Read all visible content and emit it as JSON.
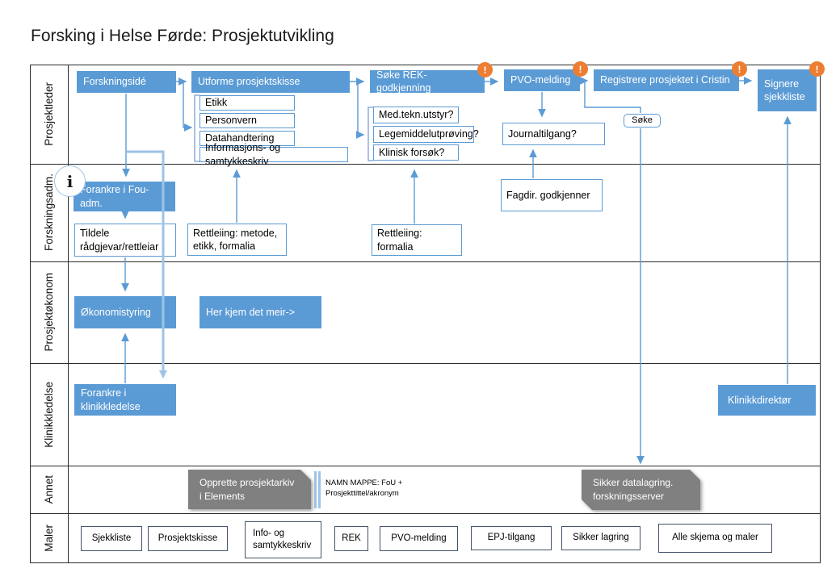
{
  "title": "Forsking i Helse Førde: Prosjektutvikling",
  "badge_char": "!",
  "info_icon_char": "i",
  "colors": {
    "process_blue": "#5b9bd5",
    "light_blue": "#9dc3e6",
    "alert_orange": "#ed7d31",
    "gray_box": "#808080",
    "template_border": "#44546a"
  },
  "lanes": [
    "Prosjektleder",
    "Forskningsadm.",
    "Prosjektøkonom",
    "Klinikkledelse",
    "Annet",
    "Maler"
  ],
  "nodes": {
    "forskningside": "Forskningsidé",
    "utforme": "Utforme prosjektskisse",
    "etikk": "Etikk",
    "personvern": "Personvern",
    "datahandtering": "Datahandtering",
    "info_samtykke": "Informasjons- og samtykkeskriv",
    "soke_rek": "Søke REK-godkjenning",
    "medtekn": "Med.tekn.utstyr?",
    "legemiddel": "Legemiddelutprøving?",
    "klinisk": "Klinisk forsøk?",
    "pvo": "PVO-melding",
    "journaltilgang": "Journaltilgang?",
    "registrere": "Registrere prosjektet i Cristin",
    "soke": "Søke",
    "signere": "Signere\nsjekkliste",
    "forankre_fou": "Forankre i Fou-\nadm.",
    "tildele": "Tildele\nrådgjevar/rettleiar",
    "rettleiing_metode": "Rettleiing: metode,\netikk, formalia",
    "rettleiing_formalia": "Rettleiing: formalia",
    "fagdir": "Fagdir. godkjenner",
    "okonomistyring": "Økonomistyring",
    "her_kjem": "Her kjem det meir->",
    "forankre_klinikk": "Forankre i\nklinikkledelse",
    "klinikkdirektor": "Klinikkdirektør",
    "opprette": "Opprette prosjektarkiv\ni Elements",
    "namn_mappe": "NAMN MAPPE: FoU +\nProsjekttittel/akronym",
    "sikker_data": "Sikker datalagring.\nforskningsserver",
    "m_sjekkliste": "Sjekkliste",
    "m_prosjektskisse": "Prosjektskisse",
    "m_info": "Info- og\nsamtykkeskriv",
    "m_rek": "REK",
    "m_pvo": "PVO-melding",
    "m_epj": "EPJ-tilgang",
    "m_sikker": "Sikker lagring",
    "m_alle": "Alle skjema og maler"
  }
}
